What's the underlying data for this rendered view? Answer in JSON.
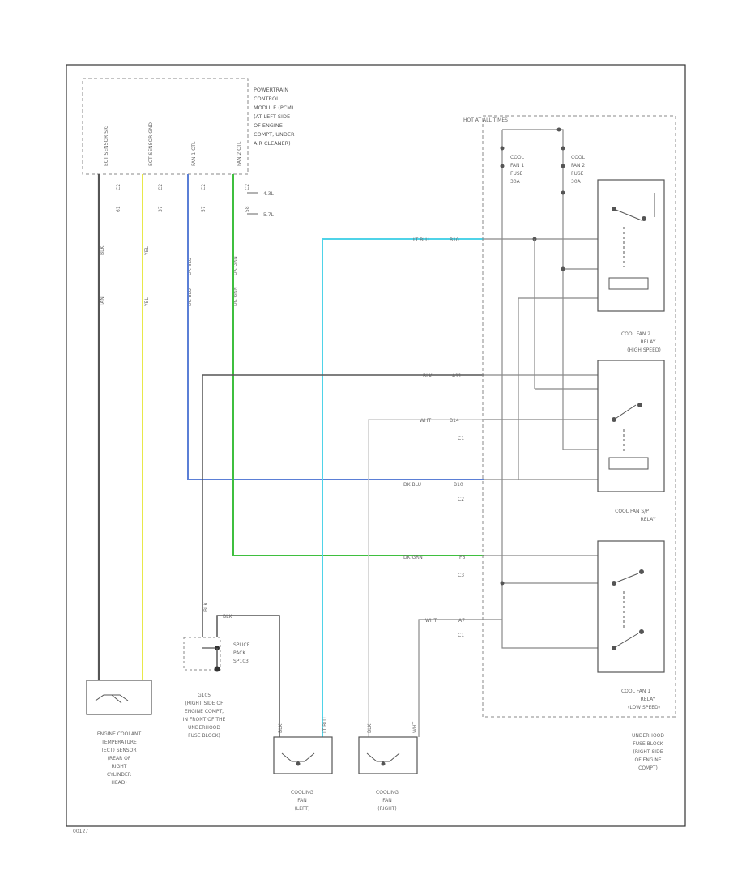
{
  "pcm": {
    "title_lines": [
      "POWERTRAIN",
      "CONTROL",
      "MODULE (PCM)",
      "(AT LEFT SIDE",
      "OF ENGINE",
      "COMPT, UNDER",
      "AIR CLEANER)"
    ],
    "pins": [
      "ECT SENSOR SIG",
      "ECT SENSOR GND",
      "FAN 1 CTL",
      "FAN 2 CTL"
    ],
    "pin_ids": [
      "C2",
      "C2",
      "C2",
      "C2"
    ],
    "pin_nums": [
      "61",
      "37",
      "57",
      "58"
    ],
    "wire_colors": [
      "BLK",
      "YEL",
      "DK BLU",
      "DK GRN"
    ],
    "wire_colors2": [
      "TAN",
      "YEL",
      "DK BLU",
      "DK GRN"
    ],
    "conn_notes": [
      "4.3L",
      "5.7L"
    ]
  },
  "fuse_block": {
    "hot": "HOT AT ALL TIMES",
    "fuse1": [
      "COOL",
      "FAN 1",
      "FUSE",
      "30A"
    ],
    "fuse2": [
      "COOL",
      "FAN 2",
      "FUSE",
      "30A"
    ],
    "label": [
      "UNDERHOOD",
      "FUSE BLOCK",
      "(RIGHT SIDE",
      "OF ENGINE",
      "COMPT)"
    ]
  },
  "relays": {
    "fan2": [
      "COOL FAN 2",
      "RELAY",
      "(HIGH SPEED)"
    ],
    "sp": [
      "COOL FAN S/P",
      "RELAY"
    ],
    "fan1": [
      "COOL FAN 1",
      "RELAY",
      "(LOW SPEED)"
    ]
  },
  "connectors": {
    "lt_blu": "LT BLU",
    "lt_blu_pin": "B10",
    "blk": "BLK",
    "blk_pin": "A11",
    "wht": "WHT",
    "wht_pin": "B14",
    "c1": "C1",
    "dk_blu": "DK BLU",
    "dk_blu_pin": "B10",
    "c2": "C2",
    "dk_grn": "DK GRN",
    "dk_grn_pin": "F6",
    "c3": "C3",
    "wht2": "WHT",
    "wht2_pin": "A7",
    "c4": "C1"
  },
  "splice": {
    "label": [
      "SPLICE",
      "PACK",
      "SP103"
    ],
    "wire_a": "BLK",
    "wire_b": "BLK"
  },
  "ground": {
    "id": "G105",
    "lines": [
      "(RIGHT SIDE OF",
      "ENGINE COMPT,",
      "IN FRONT OF THE",
      "UNDERHOOD",
      "FUSE BLOCK)"
    ]
  },
  "sensor": {
    "lines": [
      "ENGINE COOLANT",
      "TEMPERATURE",
      "(ECT) SENSOR",
      "(REAR OF",
      "RIGHT",
      "CYLINDER",
      "HEAD)"
    ]
  },
  "fan_left": {
    "lines": [
      "COOLING",
      "FAN",
      "(LEFT)"
    ],
    "w1": "BLK",
    "w2": "LT BLU"
  },
  "fan_right": {
    "lines": [
      "COOLING",
      "FAN",
      "(RIGHT)"
    ],
    "w1": "BLK",
    "w2": "WHT"
  },
  "page_code": "00127",
  "colors": {
    "frame": "#333333",
    "black_wire": "#555555",
    "yellow_wire": "#e8e84a",
    "blue_wire": "#5b7fd6",
    "green_wire": "#3fbf3f",
    "cyan_wire": "#4fd3e8",
    "white_wire": "#cccccc",
    "gray_wire": "#888888"
  }
}
